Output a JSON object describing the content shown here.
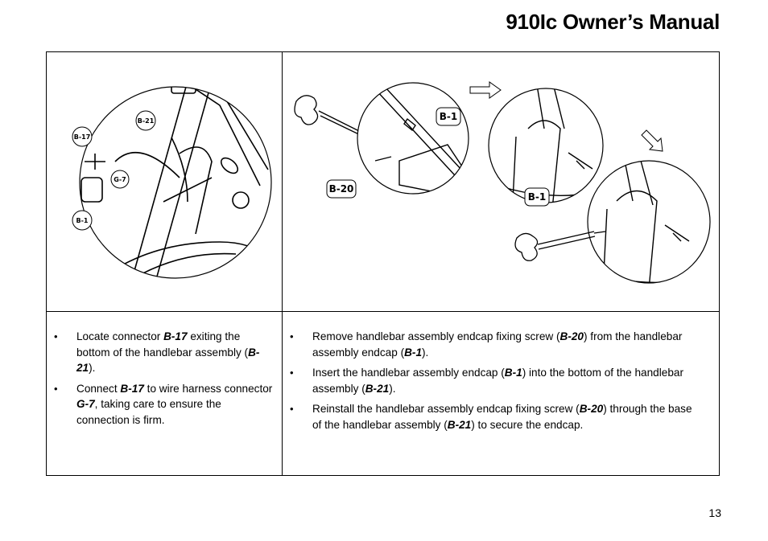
{
  "header": {
    "title": "910Ic Owner’s Manual"
  },
  "figures": {
    "left": {
      "labels": [
        "B-21",
        "B-17",
        "G-7",
        "B-1"
      ]
    },
    "right": {
      "labels": [
        "B-1",
        "B-20",
        "B-1"
      ]
    }
  },
  "steps_left": [
    [
      "Locate connector ",
      "B-17",
      " exiting the bottom of the handlebar assembly (",
      "B-21",
      ")."
    ],
    [
      "Connect ",
      "B-17",
      " to wire harness connector ",
      "G-7",
      ", taking care to ensure the connection is firm."
    ]
  ],
  "steps_right": [
    [
      "Remove handlebar assembly endcap fixing screw (",
      "B-20",
      ") from the handlebar assembly endcap (",
      "B-1",
      ")."
    ],
    [
      "Insert the handlebar assembly endcap (",
      "B-1",
      ") into the bottom of the handlebar assembly (",
      "B-21",
      ")."
    ],
    [
      "Reinstall the handlebar assembly endcap fixing screw (",
      "B-20",
      ") through the base of the handlebar assembly (",
      "B-21",
      ") to secure the endcap."
    ]
  ],
  "footer": {
    "page_number": "13"
  }
}
